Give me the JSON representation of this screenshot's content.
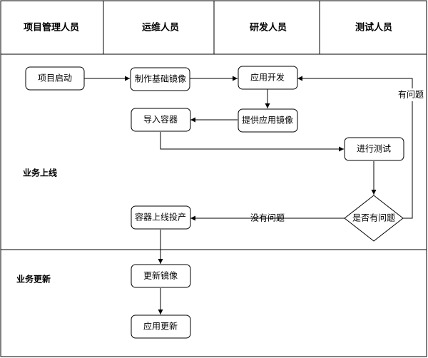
{
  "headers": {
    "pm": "项目管理人员",
    "ops": "运维人员",
    "dev": "研发人员",
    "test": "测试人员"
  },
  "lanes": {
    "business_launch": "业务上线",
    "business_update": "业务更新"
  },
  "nodes": {
    "project_start": "项目启动",
    "make_base_image": "制作基础镜像",
    "app_dev": "应用开发",
    "provide_app_image": "提供应用镜像",
    "import_container": "导入容器",
    "run_test": "进行测试",
    "has_problem": "是否有问题",
    "container_go_live": "容器上线投产",
    "update_image": "更新镜像",
    "app_update": "应用更新"
  },
  "edges": {
    "has_problem_label": "有问题",
    "no_problem_label": "没有问题"
  }
}
